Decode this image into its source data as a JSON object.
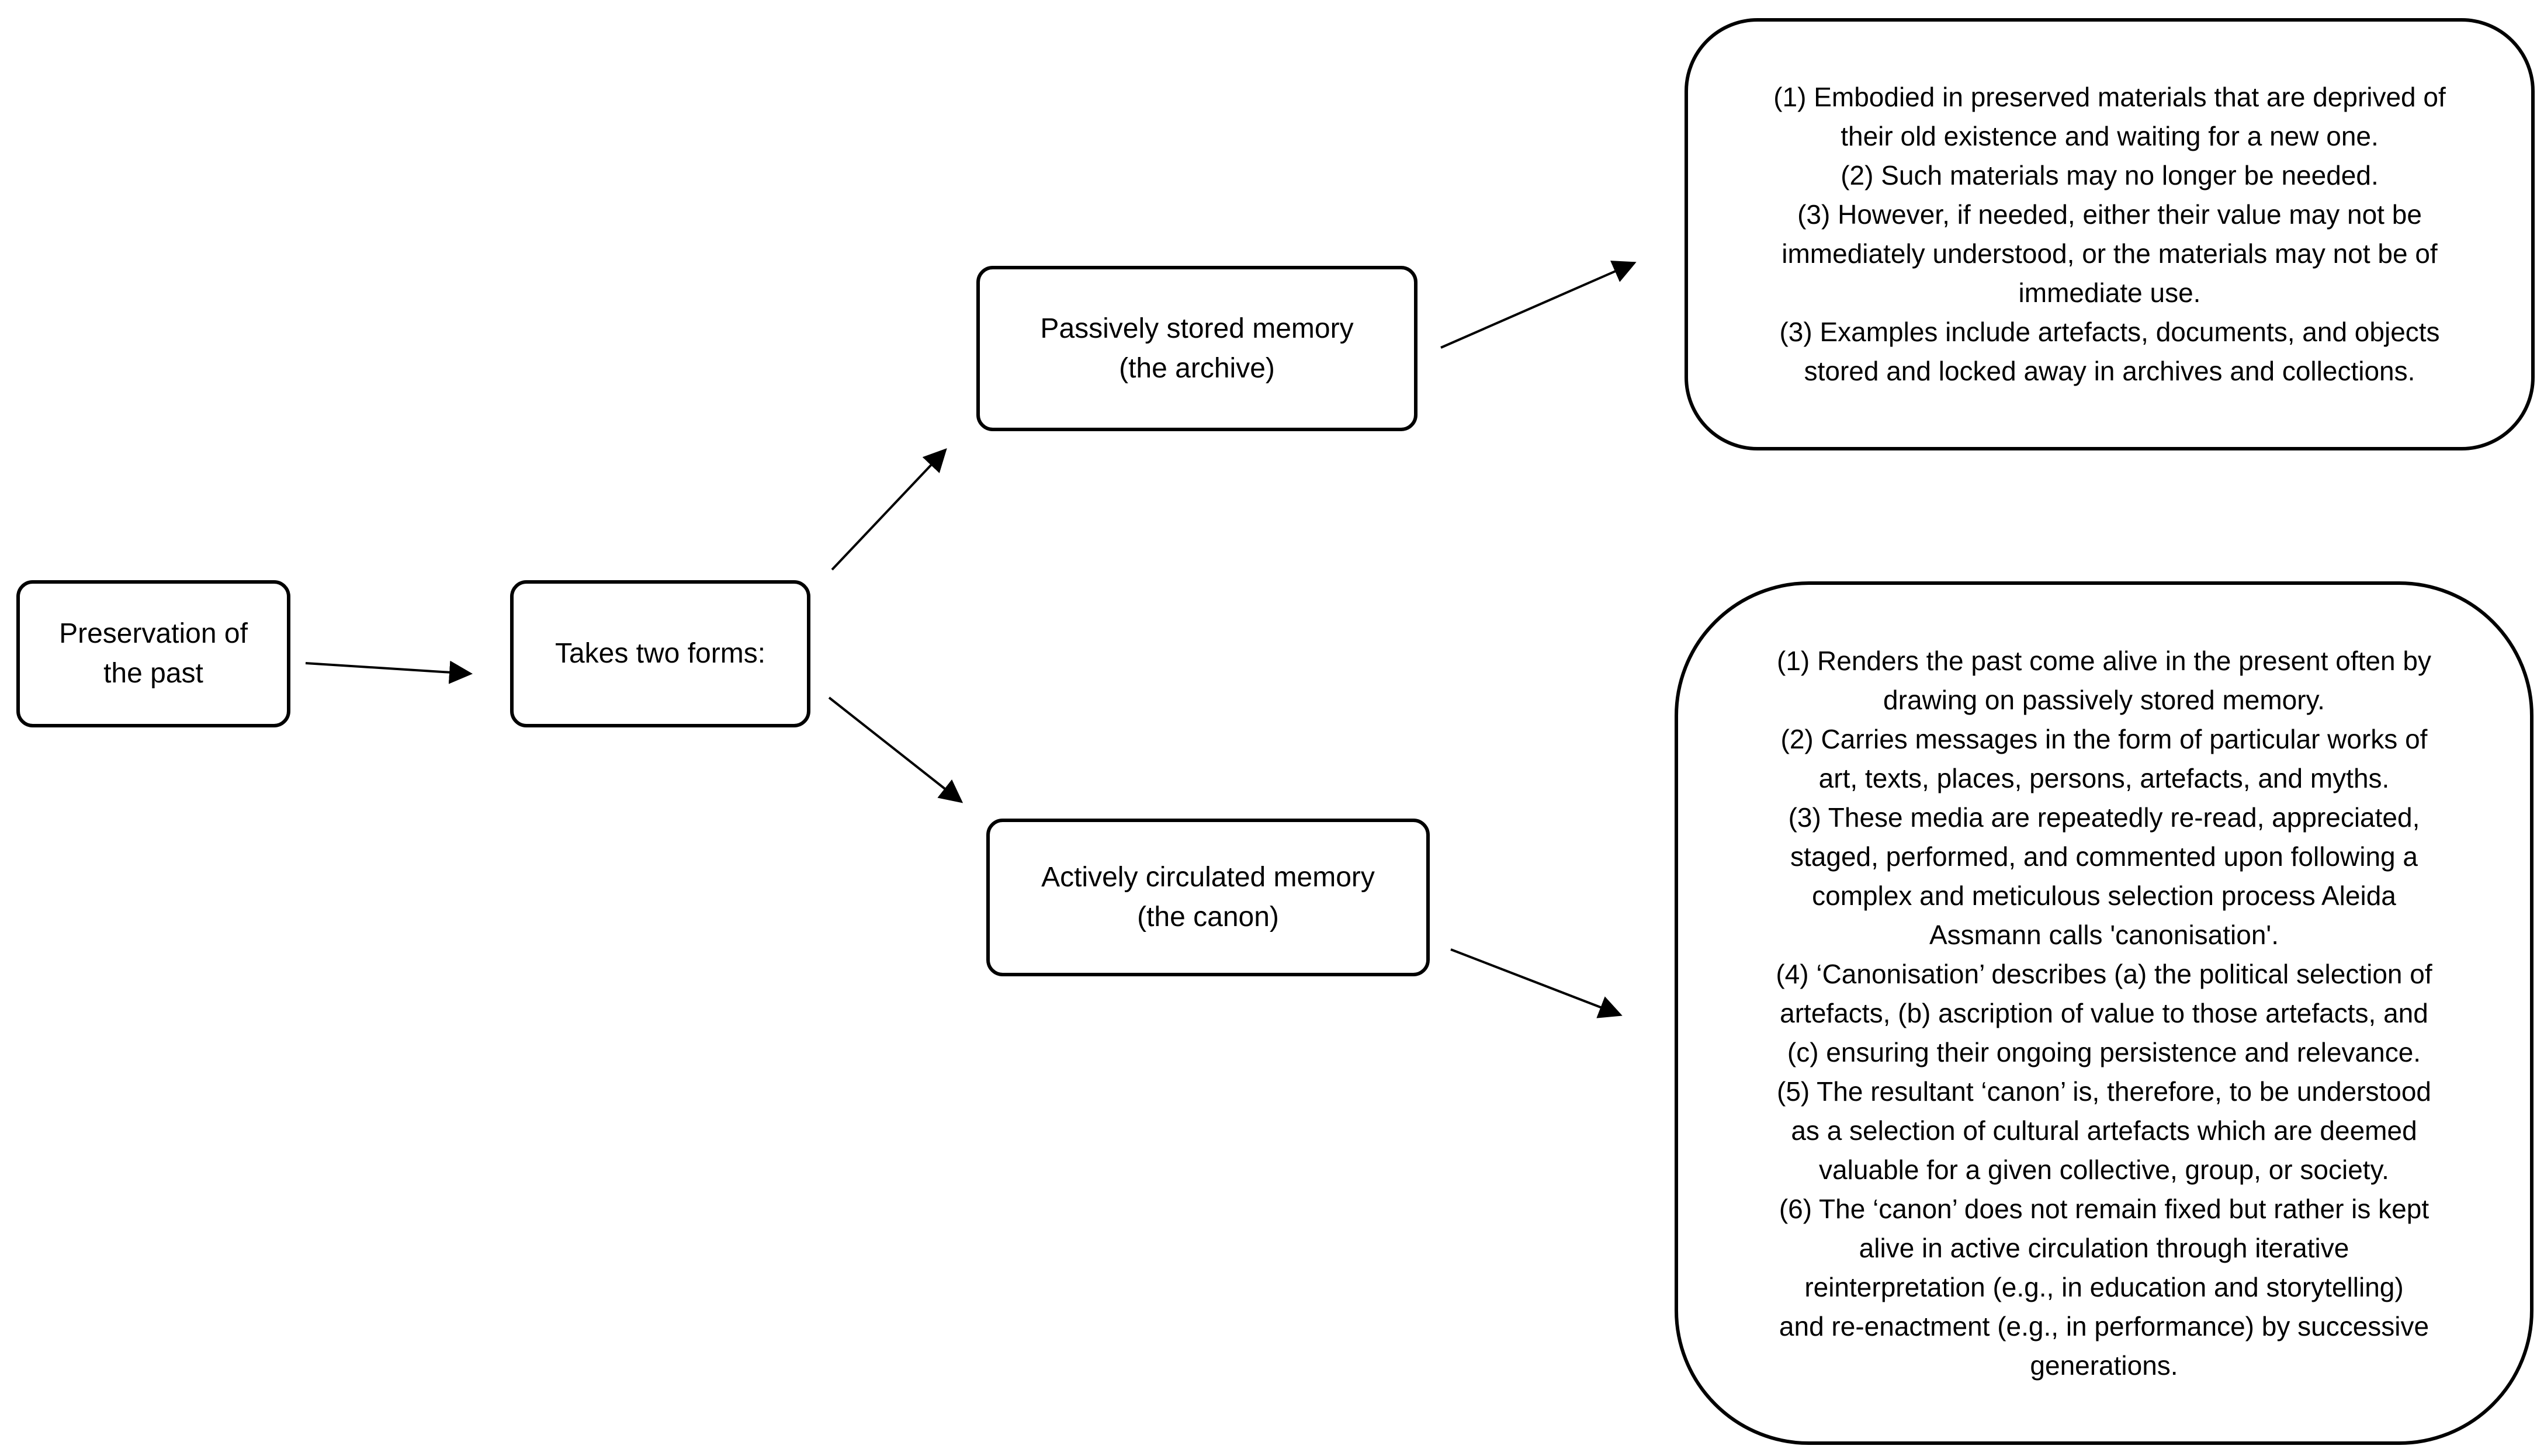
{
  "nodes": {
    "preservation": {
      "label": "Preservation of\nthe past"
    },
    "two_forms": {
      "label": "Takes two forms:"
    },
    "archive": {
      "label": "Passively stored memory\n(the archive)"
    },
    "canon": {
      "label": "Actively circulated memory\n(the canon)"
    },
    "archive_desc": {
      "lines": [
        "(1) Embodied in preserved materials that are deprived of",
        "their old existence and waiting for a new one.",
        "(2) Such materials may no longer be needed.",
        "(3) However, if needed, either their value may not be",
        "immediately understood, or the materials may not be of",
        "immediate use.",
        "(3) Examples include artefacts, documents, and objects",
        "stored and locked away in archives and collections."
      ]
    },
    "canon_desc": {
      "lines": [
        "(1) Renders the past come alive in the present often by",
        "drawing on passively stored memory.",
        "(2) Carries messages in the form of particular works of",
        "art, texts, places, persons, artefacts, and myths.",
        "(3) These media are repeatedly re-read, appreciated,",
        "staged, performed, and commented upon following a",
        "complex and meticulous selection process Aleida",
        "Assmann calls 'canonisation'.",
        "(4) ‘Canonisation’ describes (a) the political selection of",
        "artefacts, (b) ascription of value to those artefacts, and",
        "(c) ensuring their ongoing persistence and relevance.",
        "(5) The resultant ‘canon’ is, therefore, to be understood",
        "as a selection of cultural artefacts which are deemed",
        "valuable for a given collective, group, or society.",
        "(6) The ‘canon’ does not remain fixed but rather is kept",
        "alive in active circulation through iterative",
        "reinterpretation (e.g., in education and storytelling)",
        "and re-enactment (e.g., in performance) by successive",
        "generations."
      ]
    }
  },
  "edges": [
    {
      "from": "preservation",
      "to": "two_forms"
    },
    {
      "from": "two_forms",
      "to": "archive"
    },
    {
      "from": "two_forms",
      "to": "canon"
    },
    {
      "from": "archive",
      "to": "archive_desc"
    },
    {
      "from": "canon",
      "to": "canon_desc"
    }
  ],
  "colors": {
    "stroke": "#000000",
    "fill": "#ffffff"
  }
}
